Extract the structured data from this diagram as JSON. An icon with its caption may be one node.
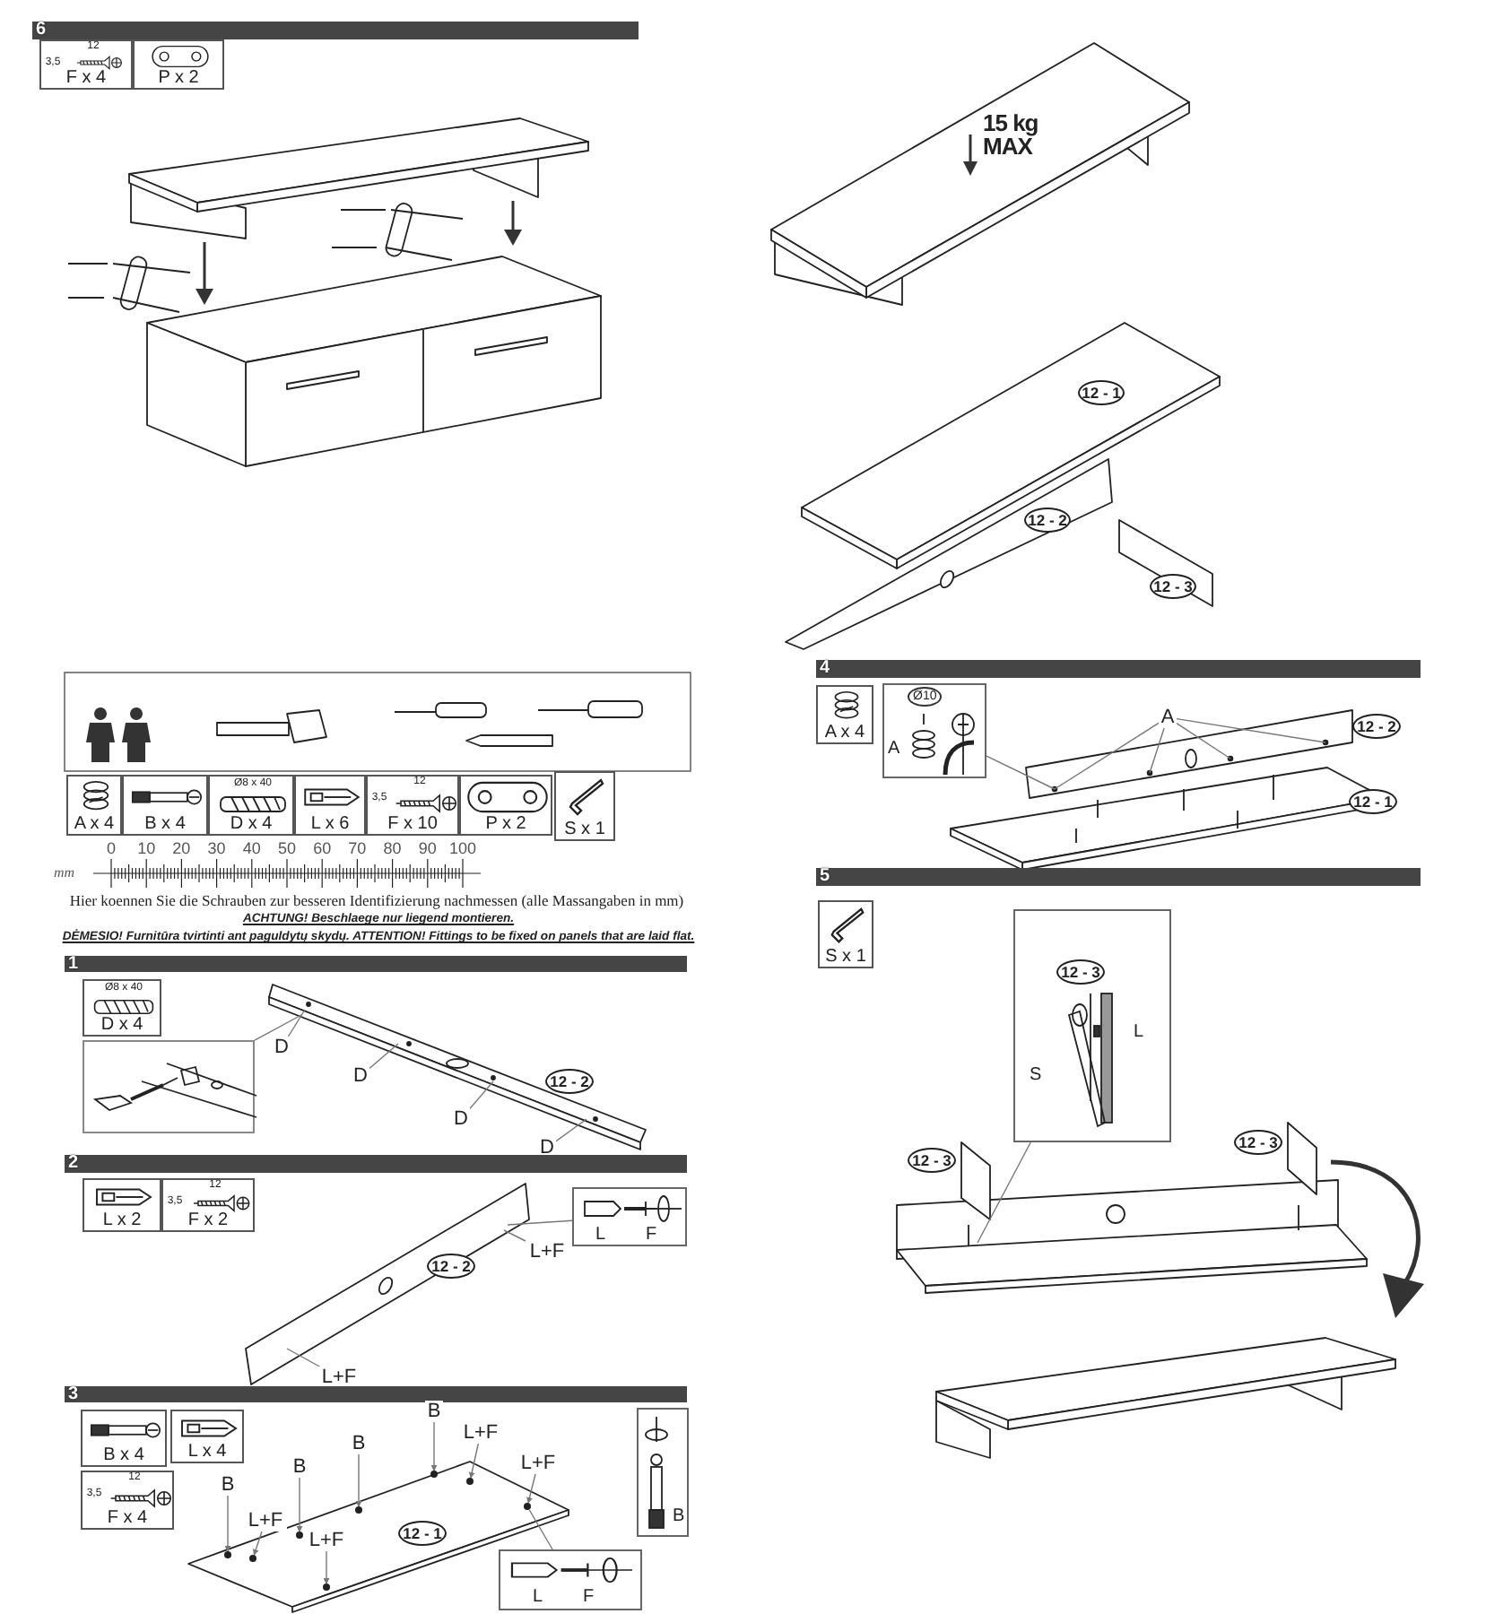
{
  "diagram": {
    "nodes": [
      {
        "text": [
          "6"
        ]
      },
      {
        "text": [
          "12",
          "3,5",
          "F x 4"
        ]
      },
      {
        "text": [
          "P x 2"
        ]
      },
      {
        "text": [
          "A x 4"
        ]
      },
      {
        "text": [
          "B x 4"
        ]
      },
      {
        "text": [
          "Ø8 x 40",
          "D x 4"
        ]
      },
      {
        "text": [
          "L x 6"
        ]
      },
      {
        "text": [
          "12",
          "3,5",
          "F x 10"
        ]
      },
      {
        "text": [
          "P x 2"
        ]
      },
      {
        "text": [
          "S x 1"
        ]
      },
      {
        "text": [
          "1"
        ]
      },
      {
        "text": [
          "Ø8 x 40",
          "D x 4"
        ]
      },
      {
        "text": [],
        "shape": "box"
      },
      {
        "text": [
          "D"
        ]
      },
      {
        "text": [
          "D"
        ]
      },
      {
        "text": [
          "D"
        ]
      },
      {
        "text": [
          "D"
        ]
      },
      {
        "text": [
          "12 - 2"
        ]
      },
      {
        "text": [
          "2"
        ]
      },
      {
        "text": [
          "L x 2"
        ]
      },
      {
        "text": [
          "12",
          "3,5",
          "F x 2"
        ]
      },
      {
        "text": [
          "L",
          "F"
        ]
      },
      {
        "text": [
          "L+F"
        ]
      },
      {
        "text": [
          "12 - 2"
        ]
      },
      {
        "text": [
          "L+F"
        ]
      },
      {
        "text": [
          "3"
        ]
      },
      {
        "text": [
          "B x 4"
        ]
      },
      {
        "text": [
          "L x 4"
        ]
      },
      {
        "text": [
          "12",
          "3,5",
          "F x 4"
        ]
      },
      {
        "text": [
          "B"
        ]
      },
      {
        "text": [
          "L+F"
        ]
      },
      {
        "text": [
          "B"
        ]
      },
      {
        "text": [
          "L+F"
        ]
      },
      {
        "text": [
          "B"
        ]
      },
      {
        "text": [
          "B"
        ]
      },
      {
        "text": [
          "L+F"
        ]
      },
      {
        "text": [
          "12 - 1"
        ]
      },
      {
        "text": [
          "L+F"
        ]
      },
      {
        "text": [
          "B"
        ]
      },
      {
        "text": [
          "L",
          "F"
        ]
      },
      {
        "text": [
          "12 - 1"
        ]
      },
      {
        "text": [
          "12 - 2"
        ]
      },
      {
        "text": [
          "12 - 3"
        ]
      },
      {
        "text": [
          "4"
        ]
      },
      {
        "text": [
          "A x 4"
        ]
      },
      {
        "text": [
          "Ø10",
          "A"
        ]
      },
      {
        "text": [
          "A"
        ]
      },
      {
        "text": [
          "12 - 2"
        ]
      },
      {
        "text": [
          "12 - 1"
        ]
      },
      {
        "text": [
          "5"
        ]
      },
      {
        "text": [
          "S x 1"
        ]
      },
      {
        "text": [
          "L",
          "S"
        ]
      },
      {
        "text": [
          "12 - 3"
        ],
        "in": 51
      },
      {
        "text": [
          "12 - 3"
        ]
      },
      {
        "text": [
          "12 - 3"
        ]
      },
      {
        "text": [],
        "shape": "circle"
      },
      {
        "text": [],
        "shape": "circle"
      },
      {
        "text": [],
        "shape": "circle"
      },
      {
        "text": [],
        "shape": "circle"
      },
      {
        "text": [],
        "shape": "circle"
      },
      {
        "text": [],
        "shape": "circle"
      },
      {
        "text": [],
        "shape": "circle"
      },
      {
        "text": [],
        "shape": "circle"
      }
    ],
    "edges": [
      {
        "from": 12,
        "to": null,
        "arrow": "none"
      },
      {
        "from": 13,
        "to": null,
        "arrow": "none"
      },
      {
        "from": 14,
        "to": null,
        "arrow": "none"
      },
      {
        "from": 15,
        "to": null,
        "arrow": "none"
      },
      {
        "from": 16,
        "to": null,
        "arrow": "none"
      },
      {
        "from": 21,
        "to": null,
        "arrow": "none"
      },
      {
        "from": 22,
        "to": null,
        "arrow": "none"
      },
      {
        "from": 24,
        "to": null,
        "arrow": "none"
      },
      {
        "from": 29,
        "to": 60,
        "arrow": "to"
      },
      {
        "from": 30,
        "to": 61,
        "arrow": "to"
      },
      {
        "from": 31,
        "to": 59,
        "arrow": "to"
      },
      {
        "from": 32,
        "to": 62,
        "arrow": "to"
      },
      {
        "from": 33,
        "to": 57,
        "arrow": "to"
      },
      {
        "from": 34,
        "to": 55,
        "arrow": "to"
      },
      {
        "from": 35,
        "to": 56,
        "arrow": "to"
      },
      {
        "from": 37,
        "to": 58,
        "arrow": "to"
      },
      {
        "from": 39,
        "to": 62,
        "arrow": "none"
      },
      {
        "from": 45,
        "to": null,
        "arrow": "none"
      },
      {
        "from": 46,
        "to": null,
        "arrow": "none"
      },
      {
        "from": 46,
        "to": null,
        "arrow": "none"
      },
      {
        "from": 46,
        "to": null,
        "arrow": "none"
      },
      {
        "from": 46,
        "to": null,
        "arrow": "none"
      },
      {
        "from": 51,
        "to": null,
        "arrow": "none"
      }
    ],
    "labels": [
      "0",
      "10",
      "20",
      "30",
      "40",
      "50",
      "60",
      "70",
      "80",
      "90",
      "100",
      "mm",
      "Hier koennen Sie die Schrauben zur besseren Identifizierung nachmessen (alle Massangaben in mm)",
      "ACHTUNG! Beschlaege nur liegend montieren.",
      "DĖMESIO! Furnitūra tvirtinti ant paguldytų skydų. ATTENTION! Fittings to be fixed on panels that are laid flat.",
      "15 kg MAX"
    ]
  }
}
